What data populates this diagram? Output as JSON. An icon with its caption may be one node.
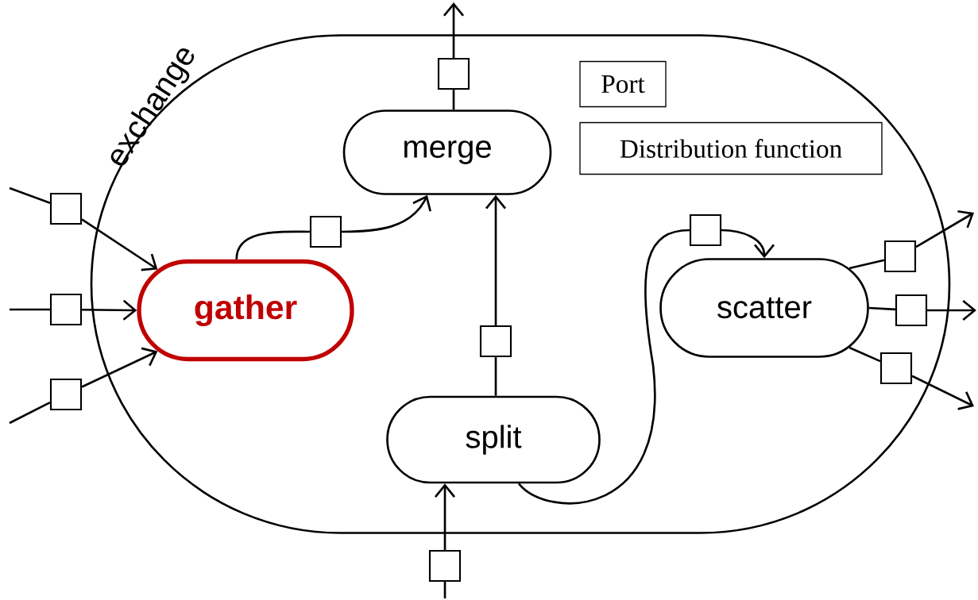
{
  "diagram": {
    "nodes": [
      {
        "text": [
          "exchange"
        ]
      },
      {
        "text": [
          "merge"
        ],
        "in": 0
      },
      {
        "text": [
          "gather"
        ],
        "in": 0
      },
      {
        "text": [
          "split"
        ],
        "in": 0
      },
      {
        "text": [
          "scatter"
        ],
        "in": 0
      },
      {
        "text": [
          "Port"
        ],
        "in": 0
      },
      {
        "text": [
          "Distribution function"
        ],
        "in": 0
      },
      {
        "text": [],
        "shape": "box",
        "in": 0
      },
      {
        "text": [],
        "shape": "box"
      },
      {
        "text": [],
        "shape": "box",
        "in": 0
      },
      {
        "text": [],
        "shape": "box",
        "in": 0
      },
      {
        "text": [],
        "shape": "box",
        "in": 0
      },
      {
        "text": [],
        "shape": "box"
      },
      {
        "text": [],
        "shape": "box",
        "in": 0
      },
      {
        "text": [],
        "shape": "box",
        "in": 0
      },
      {
        "text": [],
        "shape": "box",
        "in": 0
      },
      {
        "text": [],
        "shape": "box"
      },
      {
        "text": [],
        "shape": "box"
      }
    ],
    "edges": [
      {
        "from": 1,
        "to": 7,
        "arrow": "none"
      },
      {
        "from": 7,
        "to": null,
        "arrow": "to"
      },
      {
        "from": null,
        "to": 8,
        "arrow": "none"
      },
      {
        "from": 8,
        "to": 2,
        "arrow": "to"
      },
      {
        "from": null,
        "to": 12,
        "arrow": "none"
      },
      {
        "from": 12,
        "to": 2,
        "arrow": "to"
      },
      {
        "from": null,
        "to": 16,
        "arrow": "none"
      },
      {
        "from": 16,
        "to": 2,
        "arrow": "to"
      },
      {
        "from": 2,
        "to": 9,
        "arrow": "none"
      },
      {
        "from": 9,
        "to": 1,
        "arrow": "to"
      },
      {
        "from": 3,
        "to": 14,
        "arrow": "none"
      },
      {
        "from": 14,
        "to": 1,
        "arrow": "to"
      },
      {
        "from": null,
        "to": 17,
        "arrow": "none"
      },
      {
        "from": 17,
        "to": 3,
        "arrow": "to"
      },
      {
        "from": 3,
        "to": 10,
        "arrow": "none"
      },
      {
        "from": 10,
        "to": 4,
        "arrow": "to"
      },
      {
        "from": 4,
        "to": 11,
        "arrow": "none"
      },
      {
        "from": 11,
        "to": null,
        "arrow": "to"
      },
      {
        "from": 4,
        "to": 13,
        "arrow": "none"
      },
      {
        "from": 13,
        "to": null,
        "arrow": "to"
      },
      {
        "from": 4,
        "to": 15,
        "arrow": "none"
      },
      {
        "from": 15,
        "to": null,
        "arrow": "to"
      }
    ]
  }
}
